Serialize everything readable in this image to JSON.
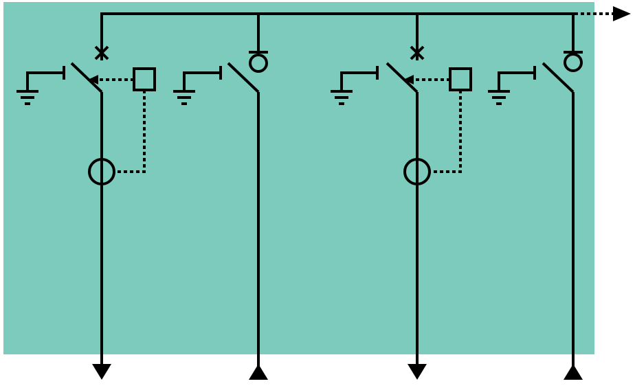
{
  "diagram": {
    "background_color": "#7dcbbd",
    "line_color": "#000000",
    "feeders": [
      {
        "kind": "circuit-breaker",
        "flow": "outgoing",
        "top_mark": "cross",
        "has_relay_box": true,
        "has_current_transformer": true
      },
      {
        "kind": "load-break-switch",
        "flow": "incoming",
        "top_mark": "fuse-circle",
        "has_relay_box": false,
        "has_current_transformer": false
      },
      {
        "kind": "circuit-breaker",
        "flow": "outgoing",
        "top_mark": "cross",
        "has_relay_box": true,
        "has_current_transformer": true
      },
      {
        "kind": "load-break-switch",
        "flow": "incoming",
        "top_mark": "fuse-circle",
        "has_relay_box": false,
        "has_current_transformer": false
      }
    ],
    "busbar_extension": "dotted-arrow-right"
  }
}
